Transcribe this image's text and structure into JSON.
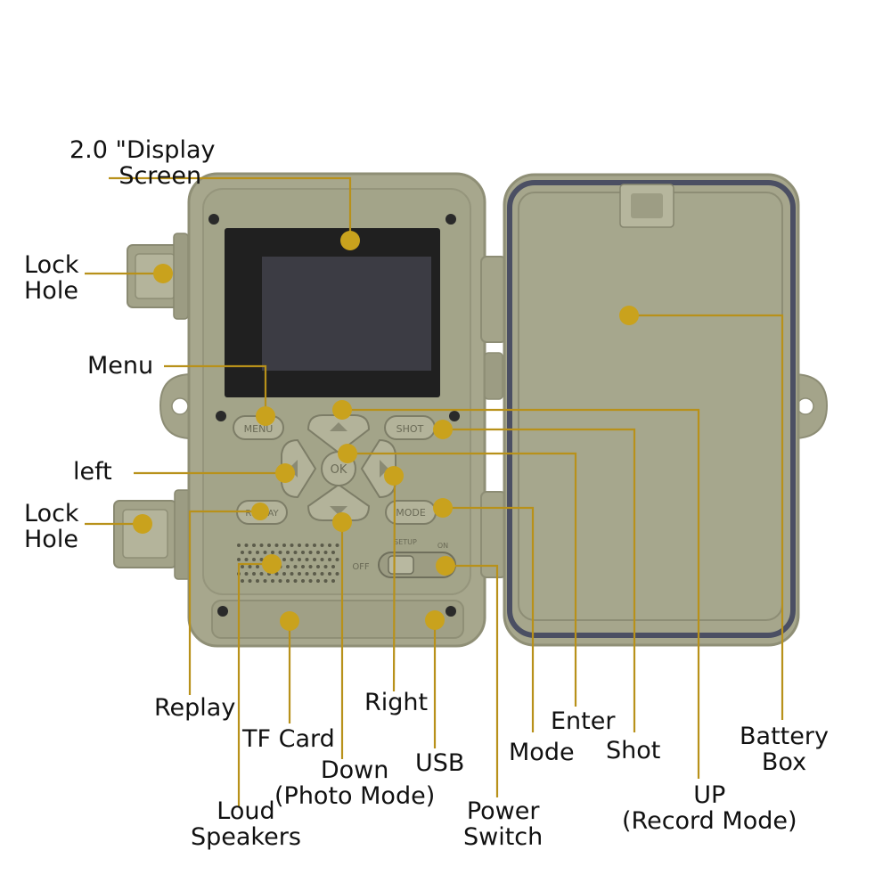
{
  "colors": {
    "background": "#ffffff",
    "body": "#a7a78d",
    "body_dark": "#8f8f76",
    "panel": "#a3a489",
    "screen": "#202020",
    "display": "#3c3c44",
    "gasket": "#4b4f63",
    "pointer": "#c9a21d",
    "leader": "#b8911a",
    "text": "#111111"
  },
  "device": {
    "buttons": {
      "menu": "MENU",
      "ok": "OK",
      "shot": "SHOT",
      "replay": "REPLAY",
      "mode": "MODE"
    },
    "switch": {
      "off": "OFF",
      "setup": "SETUP",
      "on": "ON"
    }
  },
  "labels": {
    "display_screen": [
      "2.0 \"Display",
      "Screen"
    ],
    "lock_hole_top": [
      "Lock",
      "Hole"
    ],
    "menu": "Menu",
    "left": "left",
    "lock_hole_bottom": [
      "Lock",
      "Hole"
    ],
    "replay": "Replay",
    "tf_card": "TF Card",
    "loud_speakers": [
      "Loud",
      "Speakers"
    ],
    "down": [
      "Down",
      "(Photo Mode)"
    ],
    "right": "Right",
    "usb": "USB",
    "power_switch": [
      "Power",
      "Switch"
    ],
    "mode": "Mode",
    "enter": "Enter",
    "shot": "Shot",
    "up": [
      "UP",
      "(Record Mode)"
    ],
    "battery_box": [
      "Battery",
      "Box"
    ]
  }
}
